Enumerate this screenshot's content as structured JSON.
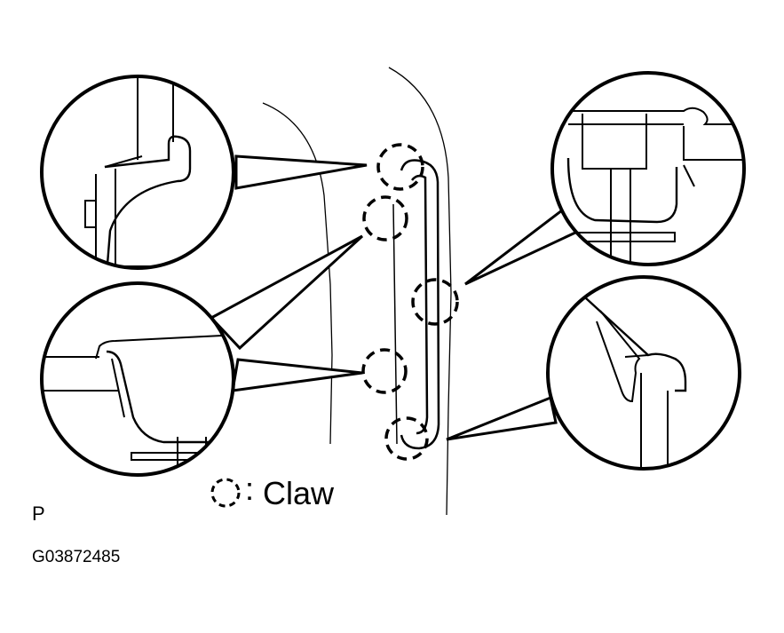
{
  "legend": {
    "symbol": "dashed-circle-icon",
    "label": "Claw"
  },
  "view_code": "P",
  "figure_id": "G03872485",
  "colors": {
    "ink": "#000000",
    "paper": "#ffffff"
  }
}
